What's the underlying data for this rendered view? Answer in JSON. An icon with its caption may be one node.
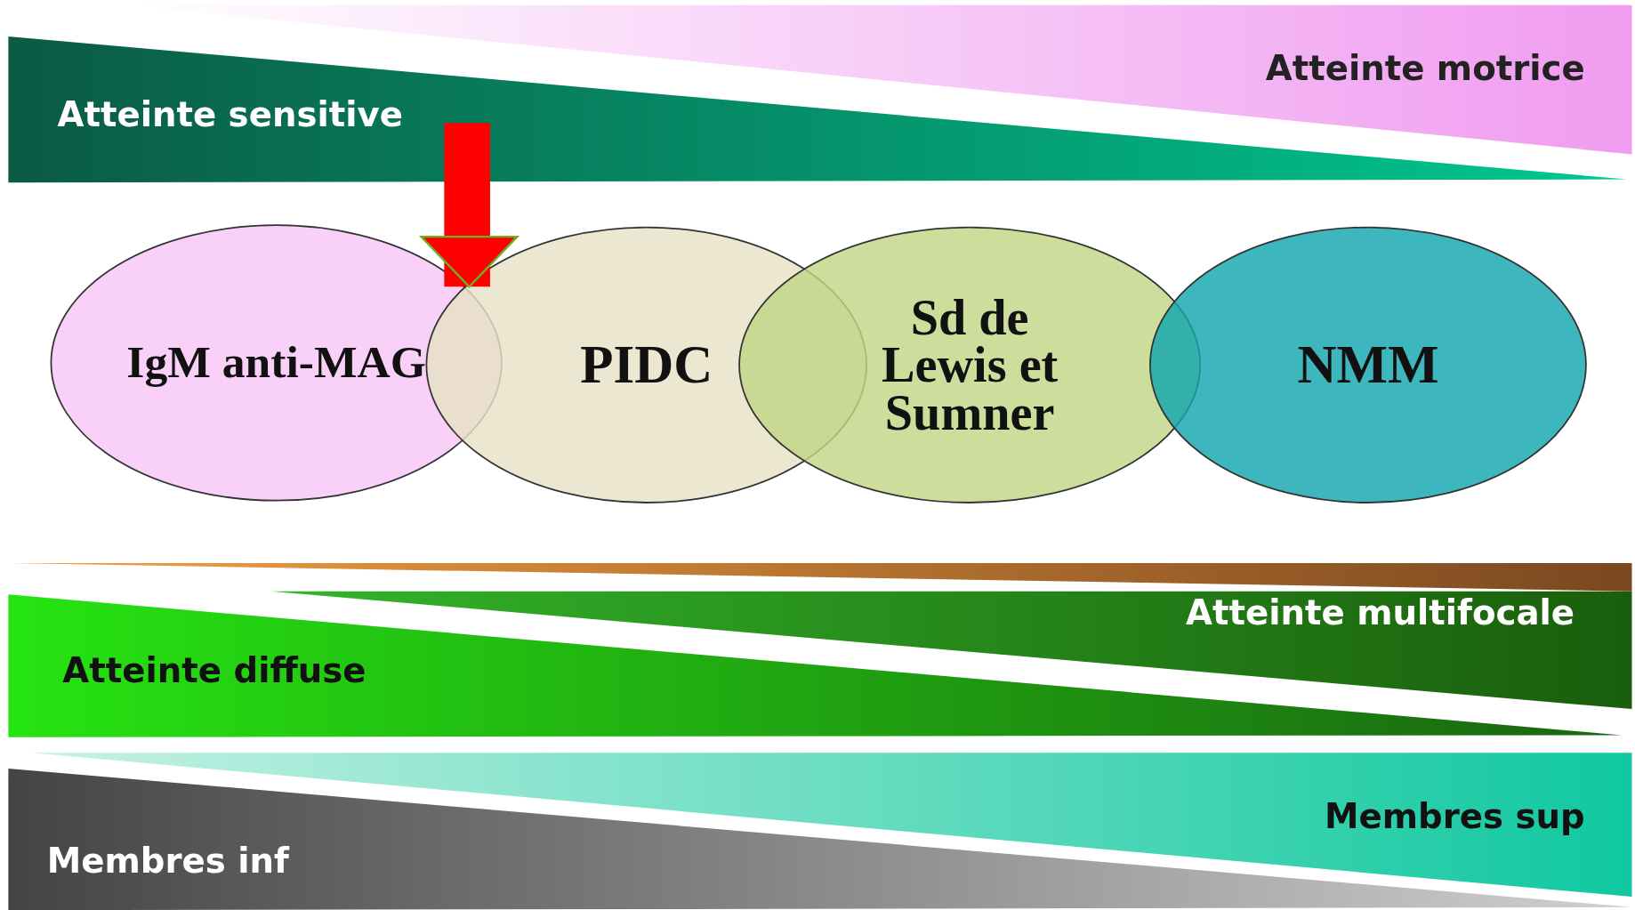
{
  "diagram": {
    "nodes": [
      {
        "text": [
          "Atteinte sensitive"
        ]
      },
      {
        "text": [
          "Atteinte motrice"
        ]
      },
      {
        "text": [
          "IgM anti-MAG"
        ]
      },
      {
        "text": [
          "PIDC"
        ]
      },
      {
        "text": [
          "Sd de Lewis et Sumner"
        ]
      },
      {
        "text": [
          "NMM"
        ]
      },
      {
        "text": [],
        "shape": "bar"
      },
      {
        "text": [
          "Atteinte multifocale"
        ]
      },
      {
        "text": [
          "Atteinte diffuse"
        ]
      },
      {
        "text": [
          "Membres sup"
        ]
      },
      {
        "text": [
          "Membres inf"
        ]
      }
    ],
    "edges": [
      {
        "from": 0,
        "to": 2,
        "arrow": "to"
      }
    ]
  }
}
